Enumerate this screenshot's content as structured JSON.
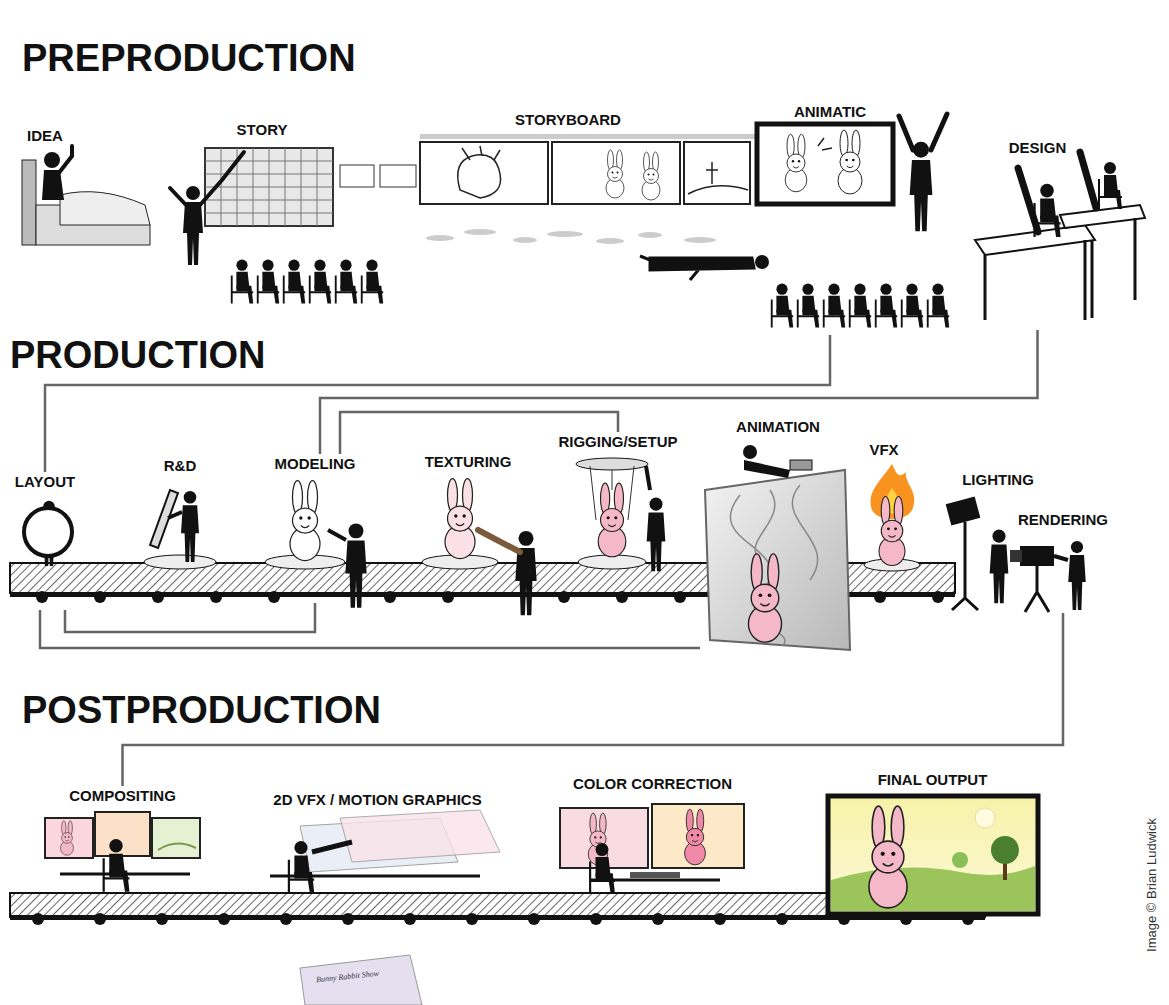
{
  "diagram": {
    "nodes": [
      {
        "text": [
          "IDEA"
        ]
      },
      {
        "text": [
          "STORY"
        ]
      },
      {
        "text": [
          "STORYBOARD"
        ]
      },
      {
        "text": [
          "ANIMATIC"
        ]
      },
      {
        "text": [
          "DESIGN"
        ]
      },
      {
        "text": [
          "LAYOUT"
        ]
      },
      {
        "text": [
          "R&D"
        ]
      },
      {
        "text": [
          "MODELING"
        ]
      },
      {
        "text": [
          "TEXTURING"
        ]
      },
      {
        "text": [
          "RIGGING/SETUP"
        ]
      },
      {
        "text": [
          "ANIMATION"
        ]
      },
      {
        "text": [
          "VFX"
        ]
      },
      {
        "text": [
          "LIGHTING"
        ]
      },
      {
        "text": [
          "RENDERING"
        ]
      },
      {
        "text": [
          "COMPOSITING"
        ]
      },
      {
        "text": [
          "2D VFX / MOTION GRAPHICS"
        ]
      },
      {
        "text": [
          "COLOR CORRECTION"
        ]
      },
      {
        "text": [
          "FINAL OUTPUT"
        ]
      }
    ],
    "edges": [
      {
        "from": 3,
        "to": 5,
        "arrow": "none"
      },
      {
        "from": 4,
        "to": 7,
        "arrow": "none"
      },
      {
        "from": 7,
        "to": 9,
        "arrow": "none"
      },
      {
        "from": 5,
        "to": 7,
        "arrow": "none"
      },
      {
        "from": 5,
        "to": 10,
        "arrow": "none"
      },
      {
        "from": 13,
        "to": 14,
        "arrow": "none"
      }
    ],
    "labels": [
      "PREPRODUCTION",
      "PRODUCTION",
      "POSTPRODUCTION",
      "Bunny Rabbit Show",
      "Image © Brian Ludwick"
    ]
  }
}
